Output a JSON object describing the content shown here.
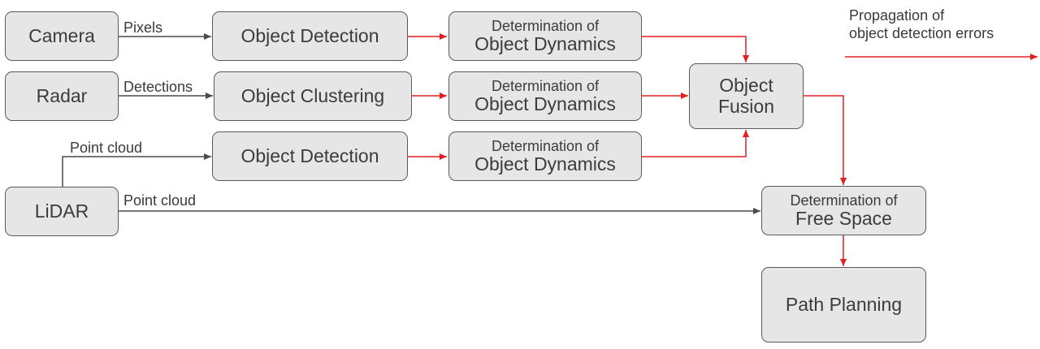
{
  "nodes": {
    "camera": "Camera",
    "radar": "Radar",
    "lidar": "LiDAR",
    "detection_1": "Object Detection",
    "clustering": "Object Clustering",
    "detection_2": "Object Detection",
    "dynamics_1": {
      "sub": "Determination of",
      "main": "Object Dynamics"
    },
    "dynamics_2": {
      "sub": "Determination of",
      "main": "Object Dynamics"
    },
    "dynamics_3": {
      "sub": "Determination of",
      "main": "Object Dynamics"
    },
    "fusion": {
      "line1": "Object",
      "line2": "Fusion"
    },
    "free_space": {
      "sub": "Determination of",
      "main": "Free Space"
    },
    "path_planning": "Path Planning"
  },
  "edge_labels": {
    "camera_detection": "Pixels",
    "radar_clustering": "Detections",
    "lidar_detection": "Point cloud",
    "lidar_free_space": "Point cloud"
  },
  "legend": {
    "line1": "Propagation of",
    "line2": "object detection errors"
  },
  "colors": {
    "error_arrow": "#e02020",
    "normal_arrow": "#4a4a4a",
    "box_fill": "#e6e6e6"
  }
}
